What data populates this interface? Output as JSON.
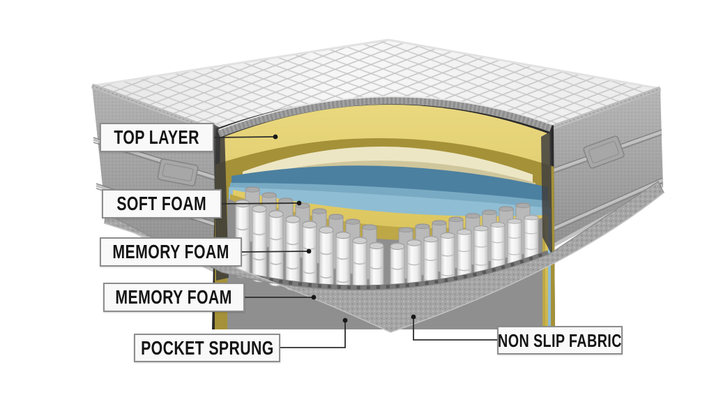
{
  "diagram": {
    "labels": [
      {
        "id": "top-layer",
        "text": "TOP LAYER"
      },
      {
        "id": "soft-foam",
        "text": "SOFT FOAM"
      },
      {
        "id": "memory-foam-1",
        "text": "MEMORY FOAM"
      },
      {
        "id": "memory-foam-2",
        "text": "MEMORY FOAM"
      },
      {
        "id": "pocket-sprung",
        "text": "POCKET SPRUNG"
      },
      {
        "id": "non-slip-fabric",
        "text": "NON SLIP FABRIC"
      }
    ],
    "colors": {
      "background": "#ffffff",
      "top_layer_yellow": "#e0ca6a",
      "top_layer_yellow_dark": "#a59138",
      "soft_foam_cream": "#ece6c4",
      "memory_foam_blue_dark": "#4c80a0",
      "memory_foam_blue_light": "#8fbdd3",
      "base_foam_yellow": "#d9c35d",
      "side_fabric_gray": "#9e9e9e",
      "spring_white": "#efefef",
      "non_slip_base_gray": "#a6a6a6",
      "callout_border": "#8d8d8d",
      "callout_background": "#f9f9f9",
      "leader_line": "#2c2c2c"
    }
  }
}
